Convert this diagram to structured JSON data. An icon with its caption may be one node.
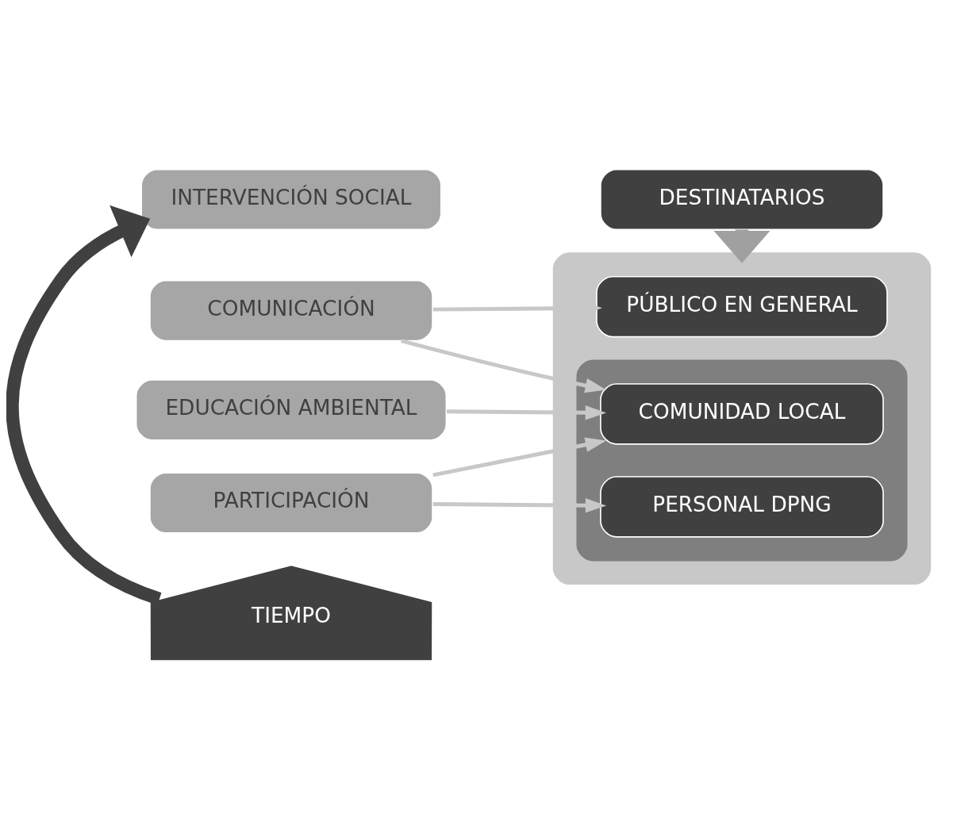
{
  "diagram": {
    "nodes": [
      {
        "text": [
          "INTERVENCIÓN SOCIAL"
        ]
      },
      {
        "text": [
          "DESTINATARIOS"
        ]
      },
      {
        "text": [
          "TIEMPO"
        ]
      },
      {
        "text": [
          "COMUNICACIÓN"
        ]
      },
      {
        "text": [
          "EDUCACIÓN AMBIENTAL"
        ]
      },
      {
        "text": [
          "PARTICIPACIÓN"
        ]
      },
      {
        "text": [],
        "shape": "box"
      },
      {
        "text": [
          "PÚBLICO EN GENERAL"
        ],
        "in": 6
      },
      {
        "text": [],
        "shape": "box",
        "in": 6
      },
      {
        "text": [
          "COMUNIDAD LOCAL"
        ],
        "in": 8
      },
      {
        "text": [
          "PERSONAL DPNG"
        ],
        "in": 8
      }
    ],
    "edges": [
      {
        "from": 2,
        "to": 0,
        "arrow": "to",
        "style": "thick",
        "color": "#404040"
      },
      {
        "from": 1,
        "to": 6,
        "arrow": "to",
        "style": "thick",
        "color": "#a0a0a0"
      },
      {
        "from": 3,
        "to": 7,
        "arrow": "to"
      },
      {
        "from": 3,
        "to": 9,
        "arrow": "to"
      },
      {
        "from": 4,
        "to": 9,
        "arrow": "to"
      },
      {
        "from": 5,
        "to": 9,
        "arrow": "to"
      },
      {
        "from": 5,
        "to": 10,
        "arrow": "to"
      }
    ]
  }
}
